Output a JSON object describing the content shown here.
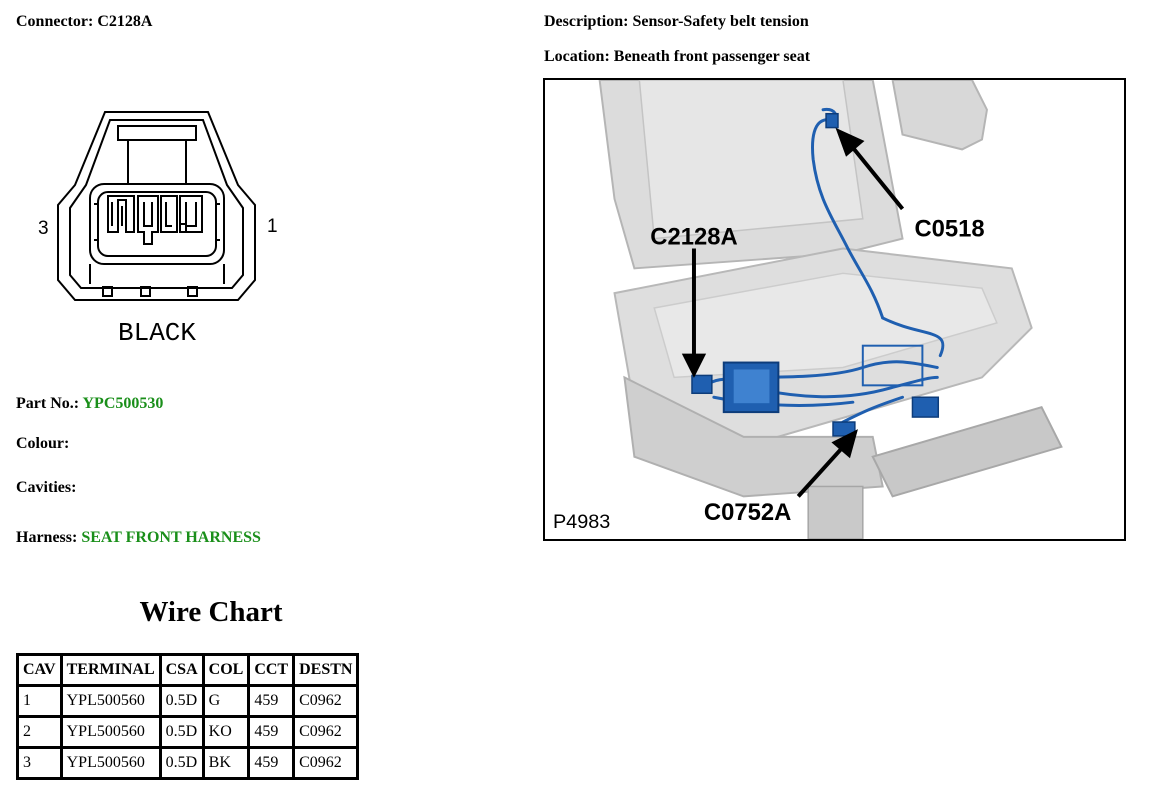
{
  "header": {
    "connector_label": "Connector:",
    "connector_value": "C2128A",
    "description_label": "Description:",
    "description_value": "Sensor-Safety belt tension",
    "location_label": "Location:",
    "location_value": "Beneath front passenger seat"
  },
  "connector_diagram": {
    "pin_left": "3",
    "pin_right": "1",
    "colour_text": "BLACK"
  },
  "info": {
    "part_label": "Part No.:",
    "part_value": "YPC500530",
    "colour_label": "Colour:",
    "colour_value": "",
    "cavities_label": "Cavities:",
    "cavities_value": "",
    "harness_label": "Harness:",
    "harness_value": "SEAT FRONT HARNESS",
    "link_color": "#1a8f1a"
  },
  "photo": {
    "code": "P4983",
    "callouts": [
      "C2128A",
      "C0518",
      "C0752A"
    ],
    "harness_color": "#1f5fb0"
  },
  "wire_chart": {
    "title": "Wire Chart",
    "columns": [
      "CAV",
      "TERMINAL",
      "CSA",
      "COL",
      "CCT",
      "DESTN"
    ],
    "rows": [
      [
        "1",
        "YPL500560",
        "0.5D",
        "G",
        "459",
        "C0962"
      ],
      [
        "2",
        "YPL500560",
        "0.5D",
        "KO",
        "459",
        "C0962"
      ],
      [
        "3",
        "YPL500560",
        "0.5D",
        "BK",
        "459",
        "C0962"
      ]
    ]
  }
}
